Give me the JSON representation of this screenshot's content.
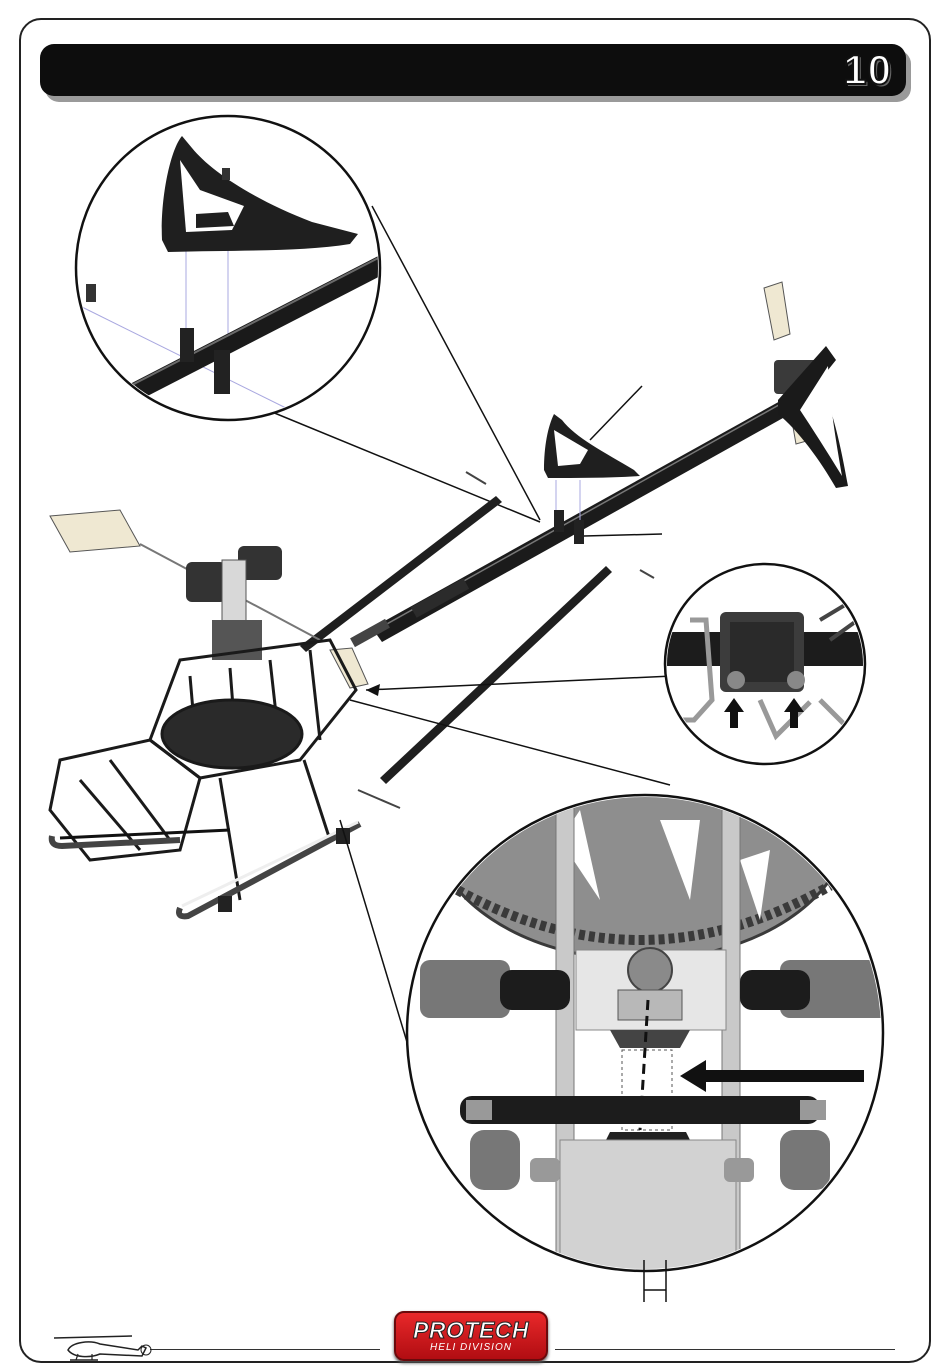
{
  "page": {
    "step_number": "10"
  },
  "footer": {
    "logo": {
      "main": "PROTECH",
      "sub": "HELI DIVISION"
    },
    "icon": "helicopter-icon"
  },
  "colors": {
    "header_bar": "#0d0d0d",
    "logo_red": "#d41d20",
    "line": "#111111",
    "detail_grey": "#8c8c8c"
  }
}
